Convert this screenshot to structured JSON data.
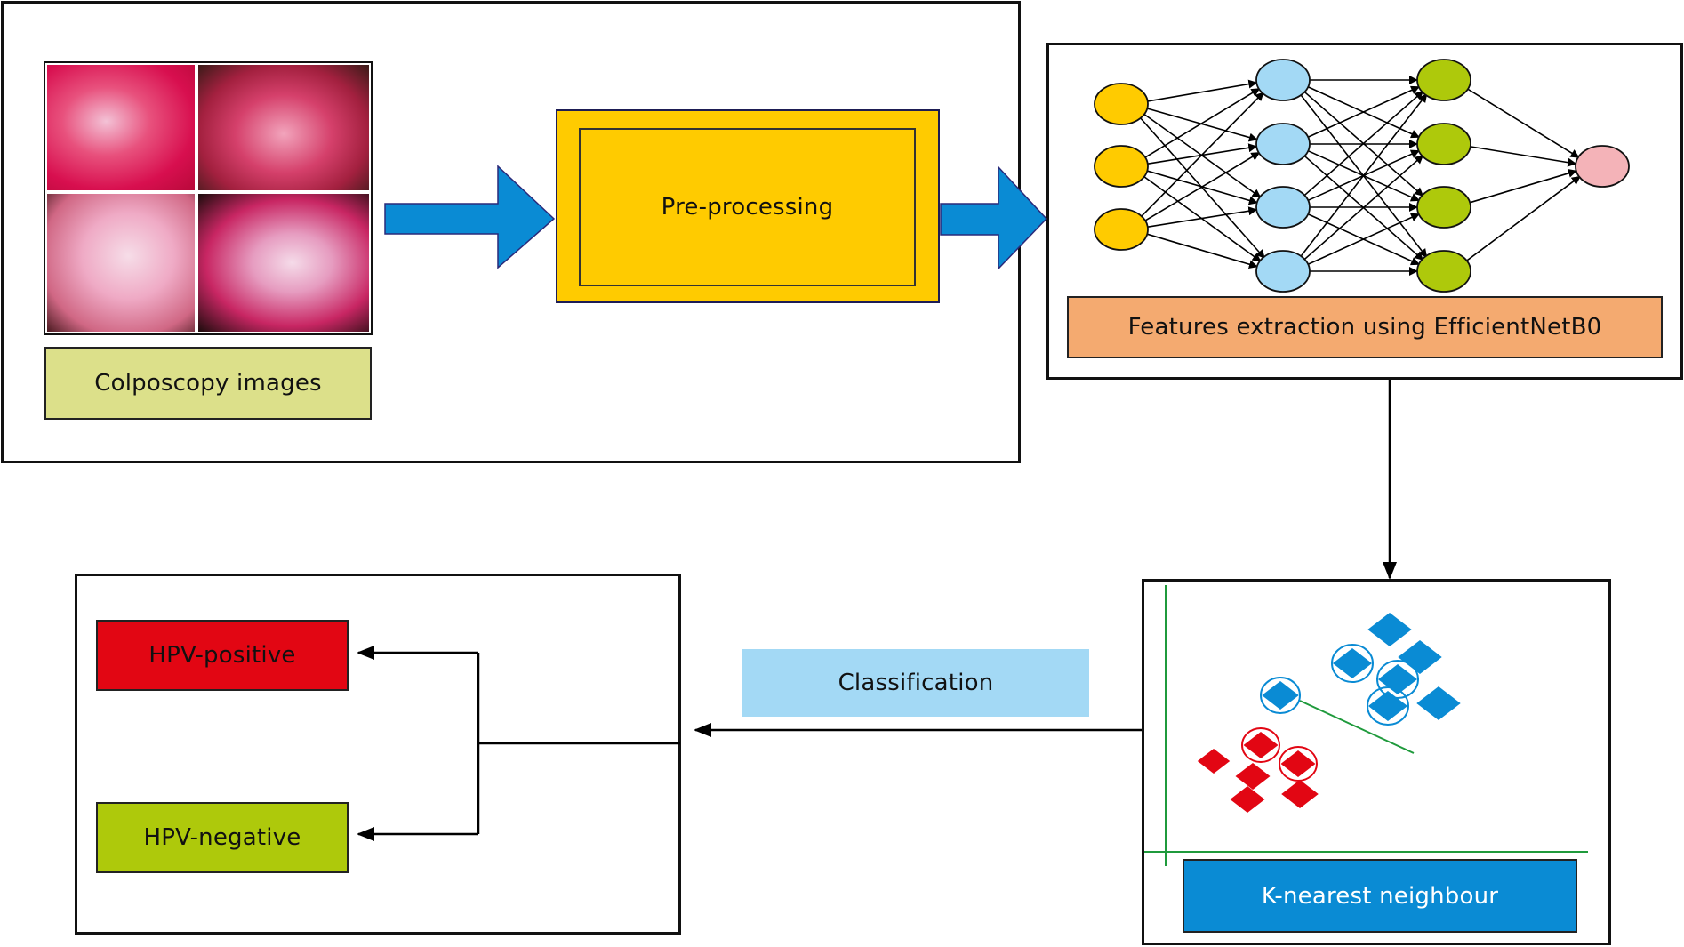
{
  "input": {
    "caption": "Colposcopy images",
    "image_count": 4
  },
  "preprocessing": {
    "label": "Pre-processing"
  },
  "feature_extraction": {
    "label": "Features extraction using EfficientNetB0",
    "network": {
      "layers": [
        {
          "name": "input",
          "nodes": 3,
          "color": "#ffcb00"
        },
        {
          "name": "hidden-1",
          "nodes": 4,
          "color": "#a3d9f5"
        },
        {
          "name": "hidden-2",
          "nodes": 4,
          "color": "#aec90b"
        },
        {
          "name": "output",
          "nodes": 1,
          "color": "#f4b3b8"
        }
      ]
    }
  },
  "knn": {
    "label": "K-nearest neighbour",
    "classes": [
      {
        "name": "blue",
        "color": "#0a8bd4",
        "points": 8,
        "highlighted": 4
      },
      {
        "name": "red",
        "color": "#e20613",
        "points": 6,
        "highlighted": 2
      }
    ]
  },
  "classification": {
    "label": "Classification"
  },
  "outputs": {
    "positive": "HPV-positive",
    "negative": "HPV-negative"
  },
  "colors": {
    "arrow_blue": "#0a8bd4",
    "preprocessing_fill": "#ffcb00",
    "caption_fill": "#dce08a",
    "feature_fill": "#f4aa70",
    "knn_fill": "#0a8bd4",
    "classification_fill": "#a3d9f5",
    "positive_fill": "#e20613",
    "negative_fill": "#aec90b",
    "axis_green": "#1f9a3c"
  }
}
